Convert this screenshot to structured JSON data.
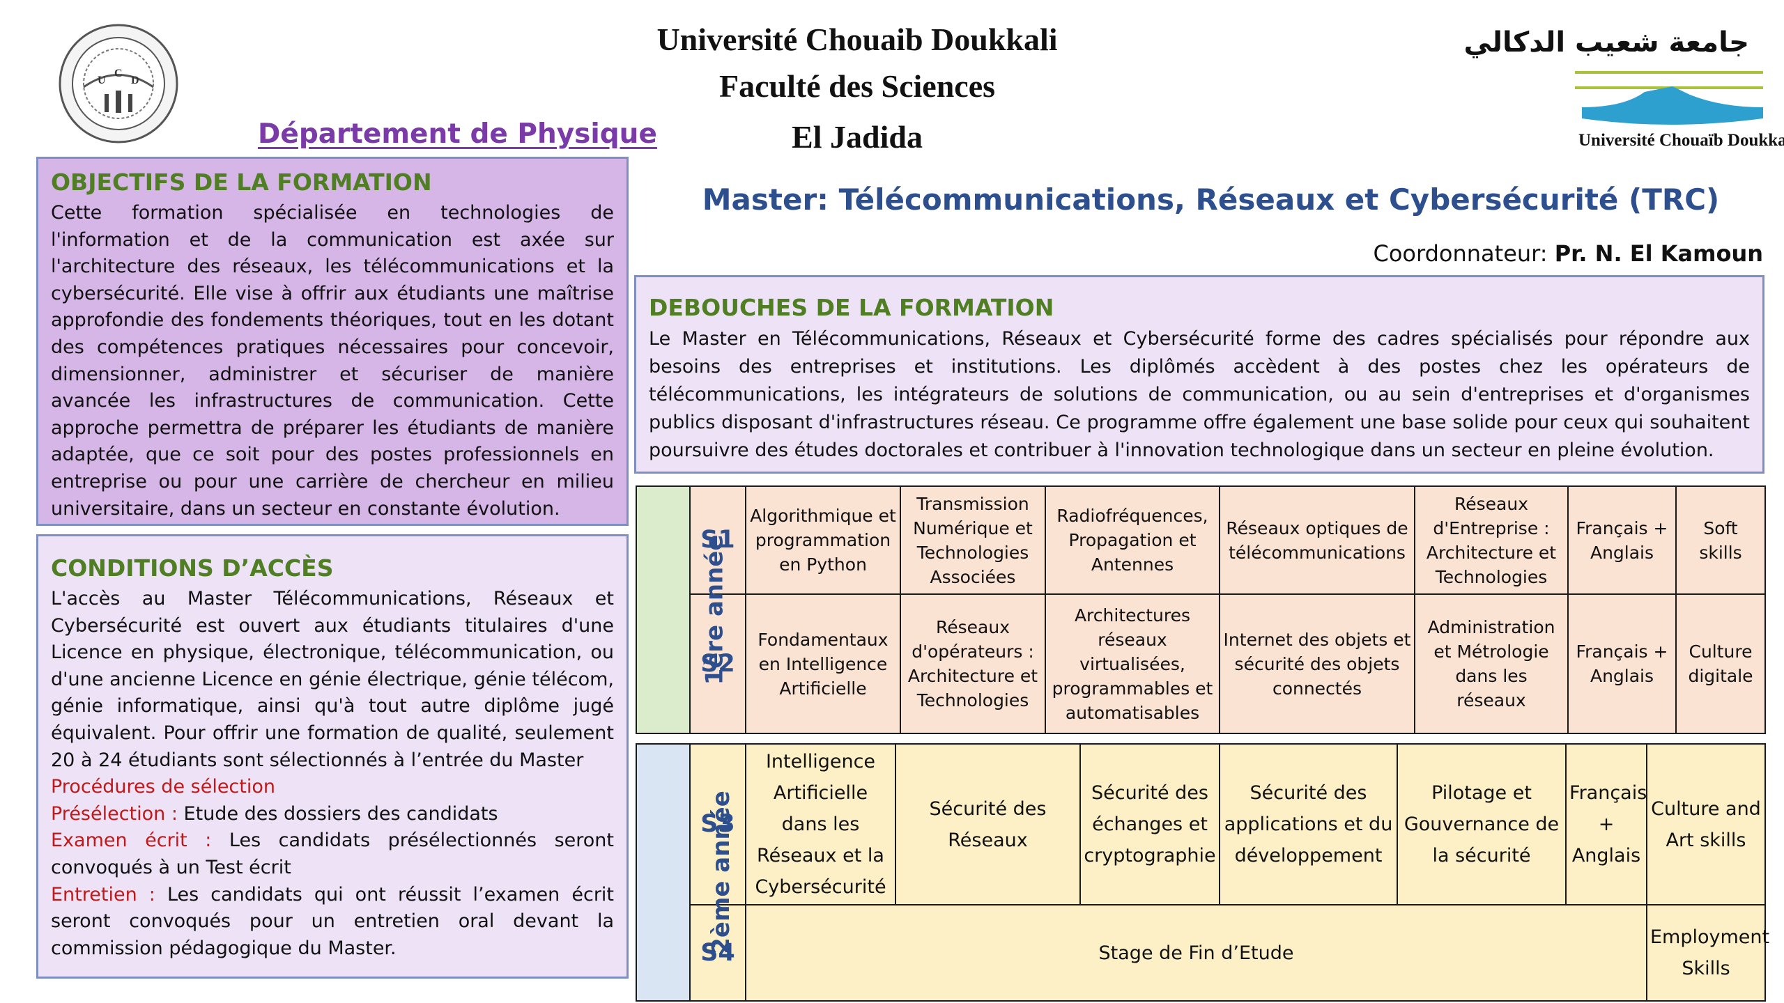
{
  "header": {
    "university": "Université Chouaib Doukkali",
    "faculty": "Faculté des Sciences",
    "city": "El Jadida",
    "department": "Département de Physique",
    "master_title": "Master: Télécommunications, Réseaux et Cybersécurité (TRC)",
    "coordinator_label": "Coordonnateur:",
    "coordinator_name": "Pr. N. El Kamoun",
    "logo_left_letters": [
      "U",
      "C",
      "D"
    ],
    "logo_right_arabic": "جامعة شعيب الدكالي",
    "logo_right_latin": "Université Chouaïb Doukkali"
  },
  "objectifs": {
    "title": "OBJECTIFS DE LA FORMATION",
    "text": "Cette formation spécialisée en technologies de l'information et de la communication est axée sur l'architecture des réseaux, les télécommunications et la cybersécurité. Elle vise à offrir aux étudiants une maîtrise approfondie des fondements théoriques, tout en les dotant des compétences pratiques nécessaires pour concevoir, dimensionner, administrer et sécuriser de manière avancée les infrastructures de communication. Cette approche permettra de préparer les étudiants de manière adaptée, que ce soit pour des postes professionnels en entreprise ou pour une carrière de chercheur en milieu universitaire, dans un secteur en constante évolution."
  },
  "conditions": {
    "title": "CONDITIONS D’ACCÈS",
    "text": "L'accès au Master Télécommunications, Réseaux et Cybersécurité est ouvert aux étudiants titulaires d'une Licence en physique, électronique, télécommunication, ou d'une ancienne Licence en génie électrique, génie télécom, génie informatique, ainsi qu'à tout autre diplôme jugé équivalent. Pour offrir une formation de qualité, seulement 20 à 24 étudiants sont sélectionnés à l’entrée du Master",
    "procedures_title": "Procédures de sélection",
    "preselection_label": "Présélection :",
    "preselection_text": " Etude des dossiers des candidats",
    "examen_label": "Examen écrit :",
    "examen_text": " Les candidats présélectionnés seront convoqués à un Test écrit",
    "entretien_label": "Entretien :",
    "entretien_text": " Les candidats qui ont réussit l’examen écrit seront convoqués pour un entretien oral devant la commission pédagogique du Master."
  },
  "debouches": {
    "title": "DEBOUCHES DE LA FORMATION",
    "text": "Le Master en Télécommunications, Réseaux et Cybersécurité forme des cadres spécialisés pour répondre aux besoins des entreprises et institutions. Les diplômés accèdent à des postes chez les opérateurs de télécommunications, les intégrateurs de solutions de communication, ou au sein d'entreprises et d'organismes publics disposant d'infrastructures réseau. Ce programme offre également une base solide pour ceux qui souhaitent poursuivre des études doctorales et contribuer à l'innovation technologique dans un secteur en pleine évolution."
  },
  "year1": {
    "label": "1ère année",
    "s1": {
      "label": "S1",
      "modules": [
        "Algorithmique et programmation en Python",
        "Transmission Numérique et Technologies Associées",
        "Radiofréquences, Propagation et Antennes",
        "Réseaux optiques de télécommunications",
        "Réseaux d'Entreprise : Architecture et Technologies",
        "Français + Anglais",
        "Soft skills"
      ]
    },
    "s2": {
      "label": "S2",
      "modules": [
        "Fondamentaux en Intelligence Artificielle",
        "Réseaux d'opérateurs : Architecture et Technologies",
        "Architectures réseaux virtualisées, programmables et automatisables",
        "Internet des objets et sécurité des objets connectés",
        "Administration et Métrologie dans les réseaux",
        "Français + Anglais",
        "Culture digitale"
      ]
    }
  },
  "year2": {
    "label": "2ème année",
    "s3": {
      "label": "S3",
      "modules": [
        "Intelligence Artificielle dans les Réseaux et la Cybersécurité",
        "Sécurité des Réseaux",
        "Sécurité des échanges et cryptographie",
        "Sécurité des applications et du développement",
        "Pilotage et Gouvernance de la sécurité",
        "Français + Anglais",
        "Culture and Art skills"
      ]
    },
    "s4": {
      "label": "S4",
      "modules": [
        "Stage de Fin d’Etude",
        "Employment Skills"
      ]
    }
  }
}
